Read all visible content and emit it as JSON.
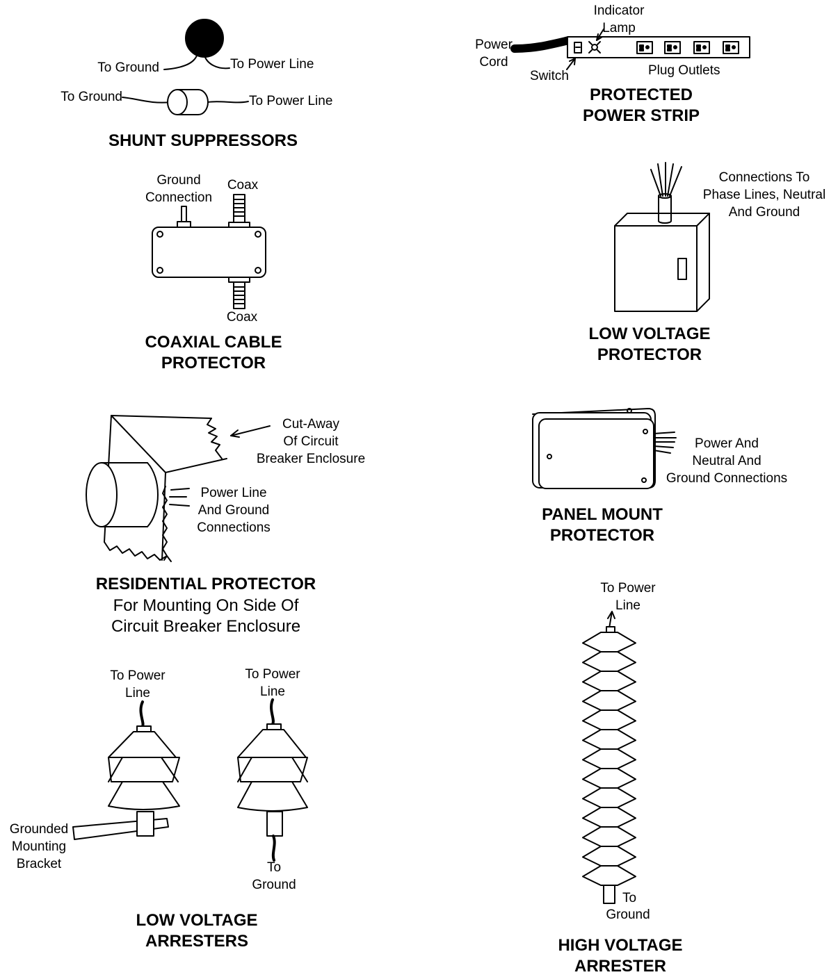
{
  "colors": {
    "ink": "#000000",
    "paper": "#ffffff"
  },
  "shunt": {
    "to_ground": "To Ground",
    "to_power_line": "To Power Line",
    "title": "SHUNT SUPPRESSORS"
  },
  "power_strip": {
    "indicator_lamp": [
      "Indicator",
      "Lamp"
    ],
    "power_cord": [
      "Power",
      "Cord"
    ],
    "switch": "Switch",
    "plug_outlets": "Plug Outlets",
    "title": [
      "PROTECTED",
      "POWER STRIP"
    ]
  },
  "coax": {
    "ground_connection": [
      "Ground",
      "Connection"
    ],
    "coax": "Coax",
    "title": [
      "COAXIAL CABLE",
      "PROTECTOR"
    ]
  },
  "low_voltage_protector": {
    "connections": [
      "Connections To",
      "Phase Lines, Neutral",
      "And Ground"
    ],
    "title": [
      "LOW VOLTAGE",
      "PROTECTOR"
    ]
  },
  "residential": {
    "cutaway": [
      "Cut-Away",
      "Of Circuit",
      "Breaker Enclosure"
    ],
    "power_line": [
      "Power Line",
      "And Ground",
      "Connections"
    ],
    "title": "RESIDENTIAL PROTECTOR",
    "subtitle": [
      "For Mounting On Side Of",
      "Circuit Breaker Enclosure"
    ]
  },
  "panel_mount": {
    "connections": [
      "Power And",
      "Neutral And",
      "Ground Connections"
    ],
    "title": [
      "PANEL MOUNT",
      "PROTECTOR"
    ]
  },
  "low_voltage_arresters": {
    "to_power_line": [
      "To Power",
      "Line"
    ],
    "bracket": [
      "Grounded",
      "Mounting",
      "Bracket"
    ],
    "to_ground": [
      "To",
      "Ground"
    ],
    "title": [
      "LOW VOLTAGE",
      "ARRESTERS"
    ]
  },
  "high_voltage_arrester": {
    "to_power_line": [
      "To Power",
      "Line"
    ],
    "to_ground": [
      "To",
      "Ground"
    ],
    "title": [
      "HIGH VOLTAGE",
      "ARRESTER"
    ]
  }
}
